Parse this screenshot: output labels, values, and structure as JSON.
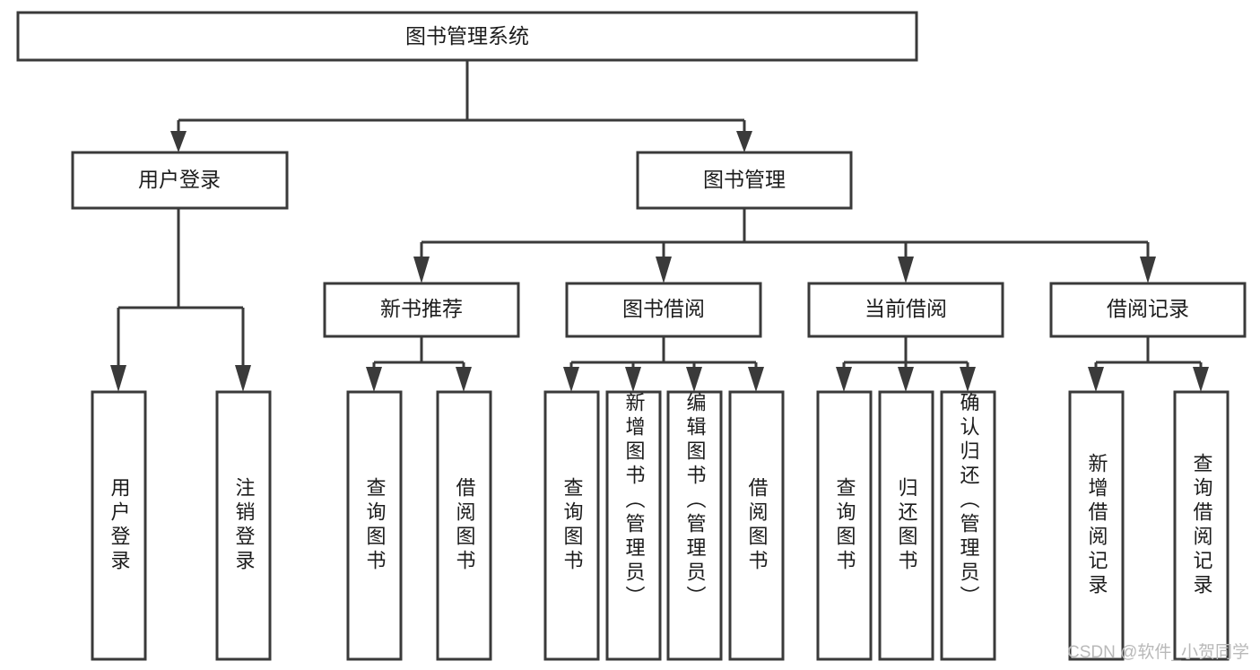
{
  "diagram": {
    "type": "tree",
    "title": "图书管理系统",
    "orientation": "top-down",
    "colors": {
      "stroke": "#3a3a3a",
      "node_fill": "#ffffff",
      "text": "#1c1c1c",
      "background": "#ffffff",
      "watermark": "#b9b9b9"
    },
    "root": {
      "label": "图书管理系统"
    },
    "level2": [
      {
        "label": "用户登录"
      },
      {
        "label": "图书管理"
      }
    ],
    "level3": [
      {
        "label": "新书推荐"
      },
      {
        "label": "图书借阅"
      },
      {
        "label": "当前借阅"
      },
      {
        "label": "借阅记录"
      }
    ],
    "leaves": {
      "user_login": [
        {
          "label": "用户登录"
        },
        {
          "label": "注销登录"
        }
      ],
      "new_book_recommend": [
        {
          "label": "查询图书"
        },
        {
          "label": "借阅图书"
        }
      ],
      "book_borrow": [
        {
          "label": "查询图书"
        },
        {
          "label": "新增图书（管理员）"
        },
        {
          "label": "编辑图书（管理员）"
        },
        {
          "label": "借阅图书"
        }
      ],
      "current_borrow": [
        {
          "label": "查询图书"
        },
        {
          "label": "归还图书"
        },
        {
          "label": "确认归还（管理员）"
        }
      ],
      "borrow_record": [
        {
          "label": "新增借阅记录"
        },
        {
          "label": "查询借阅记录"
        }
      ]
    }
  },
  "watermark": {
    "text": "CSDN @软件_小贺同学"
  }
}
